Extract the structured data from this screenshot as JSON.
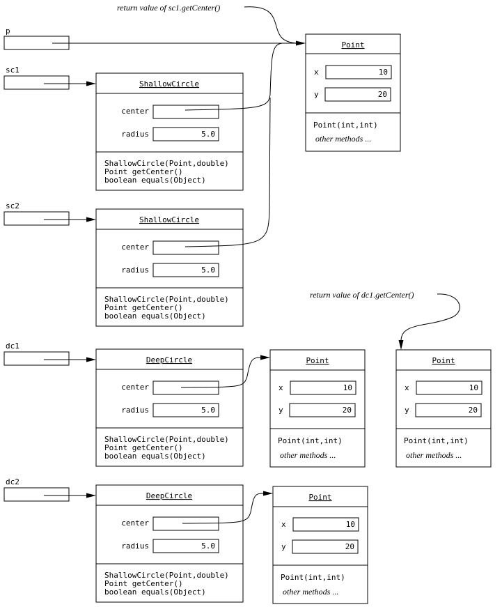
{
  "annotations": {
    "sc1_return": "return value of sc1.getCenter()",
    "dc1_return": "return value of dc1.getCenter()"
  },
  "variables": {
    "p": "p",
    "sc1": "sc1",
    "sc2": "sc2",
    "dc1": "dc1",
    "dc2": "dc2"
  },
  "shallow_circle": {
    "class_name": "ShallowCircle",
    "field_center": "center",
    "field_radius": "radius",
    "radius_value": "5.0",
    "methods": [
      "ShallowCircle(Point,double)",
      "Point getCenter()",
      "boolean equals(Object)"
    ]
  },
  "deep_circle": {
    "class_name": "DeepCircle",
    "field_center": "center",
    "field_radius": "radius",
    "radius_value": "5.0",
    "methods": [
      "ShallowCircle(Point,double)",
      "Point getCenter()",
      "boolean equals(Object)"
    ]
  },
  "point": {
    "class_name": "Point",
    "field_x": "x",
    "field_y": "y",
    "x_value": "10",
    "y_value": "20",
    "constructor": "Point(int,int)",
    "other_methods": "other methods ..."
  }
}
